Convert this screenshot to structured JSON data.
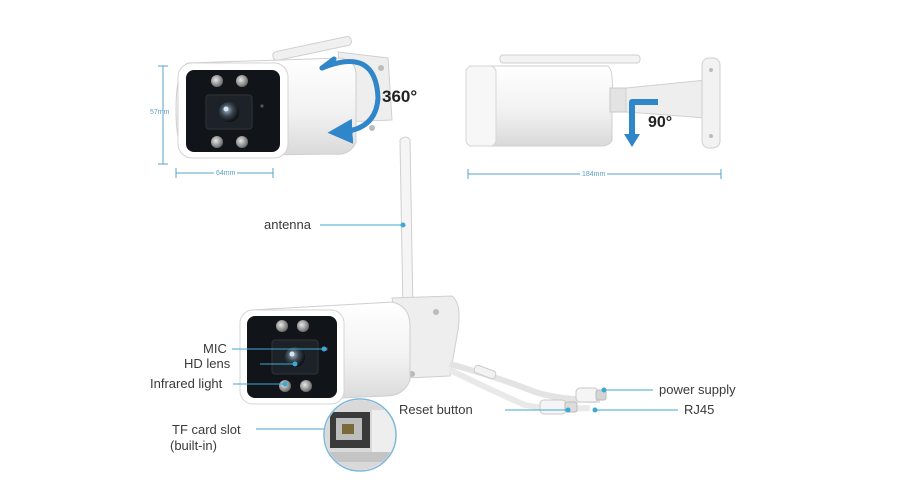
{
  "dimensions": {
    "height": "57mm",
    "width": "64mm",
    "length": "184mm"
  },
  "rotation": {
    "pan": "360°",
    "tilt": "90°"
  },
  "labels": {
    "antenna": "antenna",
    "mic": "MIC",
    "hd_lens": "HD lens",
    "infrared_light": "Infrared light",
    "tf_card_slot_line1": "TF card slot",
    "tf_card_slot_line2": "(built-in)",
    "reset_button": "Reset button",
    "power_supply": "power supply",
    "rj45": "RJ45"
  },
  "colors": {
    "callout": "#3fa7d6",
    "dimension": "#5aa0c8",
    "arrow": "#2f86c9"
  }
}
